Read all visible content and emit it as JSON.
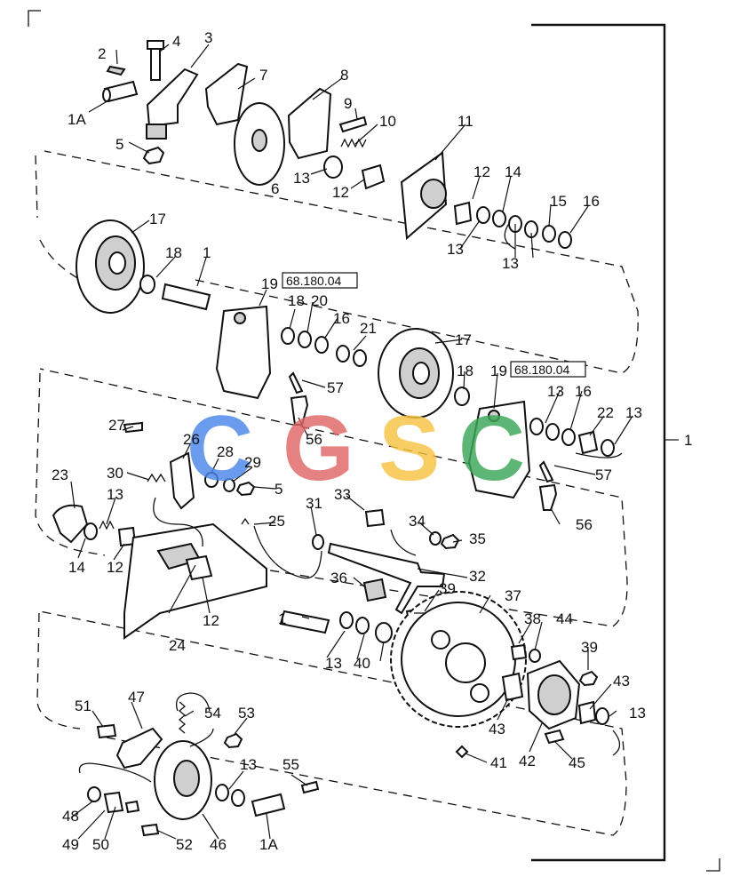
{
  "labels": {
    "l1": "1",
    "l1a": "1A",
    "l2": "2",
    "l3": "3",
    "l4": "4",
    "l5": "5",
    "l6": "6",
    "l7": "7",
    "l8": "8",
    "l9": "9",
    "l10": "10",
    "l11": "11",
    "l12": "12",
    "l13": "13",
    "l14": "14",
    "l15": "15",
    "l16": "16",
    "l17": "17",
    "l18": "18",
    "l19": "19",
    "l20": "20",
    "l21": "21",
    "l22": "22",
    "l23": "23",
    "l24": "24",
    "l25": "25",
    "l26": "26",
    "l27": "27",
    "l28": "28",
    "l29": "29",
    "l30": "30",
    "l31": "31",
    "l32": "32",
    "l33": "33",
    "l34": "34",
    "l35": "35",
    "l36": "36",
    "l37": "37",
    "l38": "38",
    "l39": "39",
    "l40": "40",
    "l41": "41",
    "l42": "42",
    "l43": "43",
    "l44": "44",
    "l45": "45",
    "l46": "46",
    "l47": "47",
    "l48": "48",
    "l49": "49",
    "l50": "50",
    "l51": "51",
    "l52": "52",
    "l53": "53",
    "l54": "54",
    "l55": "55",
    "l56": "56",
    "l57": "57"
  },
  "references": {
    "ref_a": "68.180.04",
    "ref_b": "68.180.04"
  },
  "watermark": {
    "letters": [
      "C",
      "G",
      "S",
      "C"
    ],
    "colors": [
      "#4a86e8",
      "#e06666",
      "#f6c343",
      "#3aa757"
    ]
  }
}
